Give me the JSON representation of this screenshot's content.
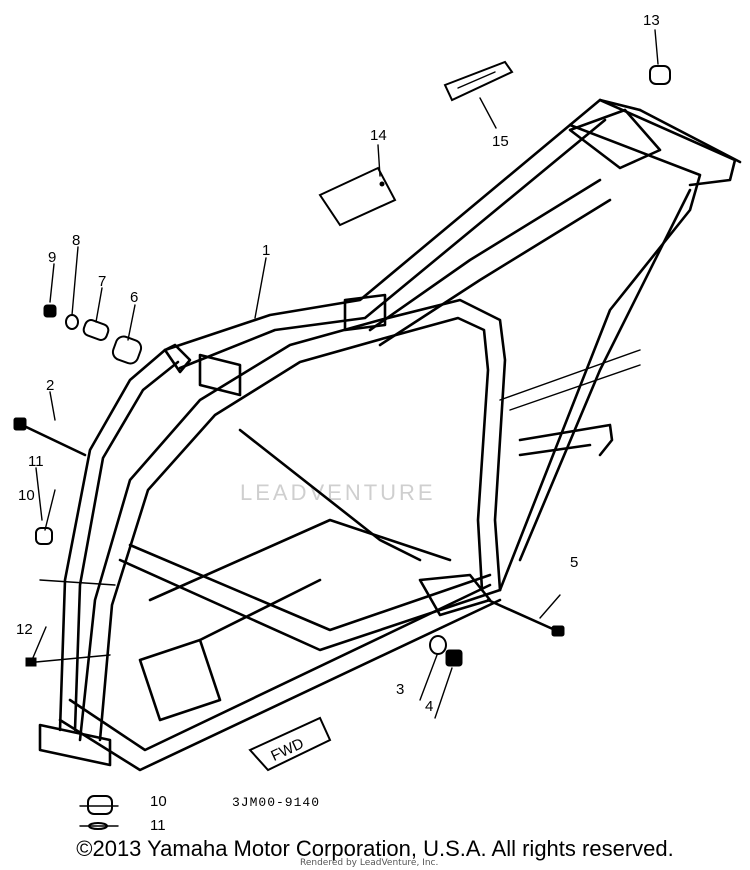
{
  "diagram": {
    "watermark": "LEADVENTURE",
    "fwd_label": "FWD",
    "code": "3JM00-9140",
    "callouts": [
      {
        "id": "c1",
        "label": "1"
      },
      {
        "id": "c2",
        "label": "2"
      },
      {
        "id": "c3",
        "label": "3"
      },
      {
        "id": "c4",
        "label": "4"
      },
      {
        "id": "c5",
        "label": "5"
      },
      {
        "id": "c6",
        "label": "6"
      },
      {
        "id": "c7",
        "label": "7"
      },
      {
        "id": "c8",
        "label": "8"
      },
      {
        "id": "c9",
        "label": "9"
      },
      {
        "id": "c10a",
        "label": "10"
      },
      {
        "id": "c10b",
        "label": "10"
      },
      {
        "id": "c11a",
        "label": "11"
      },
      {
        "id": "c11b",
        "label": "11"
      },
      {
        "id": "c12",
        "label": "12"
      },
      {
        "id": "c13",
        "label": "13"
      },
      {
        "id": "c14",
        "label": "14"
      },
      {
        "id": "c15",
        "label": "15"
      }
    ]
  },
  "footer": {
    "copyright": "©2013 Yamaha Motor Corporation, U.S.A. All rights reserved.",
    "rendered_by": "Rendered by LeadVenture, Inc."
  }
}
